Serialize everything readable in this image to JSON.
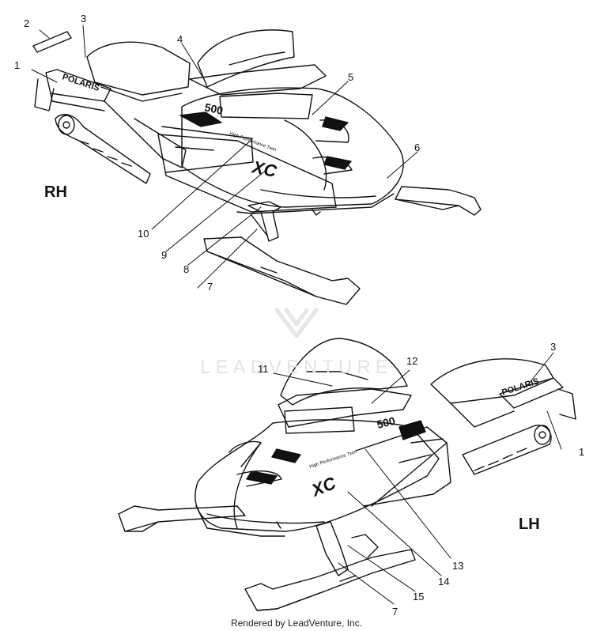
{
  "side_labels": {
    "right": "RH",
    "left": "LH"
  },
  "callouts_rh": [
    "1",
    "2",
    "3",
    "4",
    "5",
    "6",
    "7",
    "8",
    "9",
    "10"
  ],
  "callouts_lh": [
    "1",
    "3",
    "7",
    "11",
    "12",
    "13",
    "14",
    "15"
  ],
  "decal_text": {
    "brand": "POLARIS",
    "model": "XC",
    "engine": "500",
    "slogan": "High Performance Twin"
  },
  "watermark": "LEADVENTURE",
  "footer": "Rendered by LeadVenture, Inc."
}
